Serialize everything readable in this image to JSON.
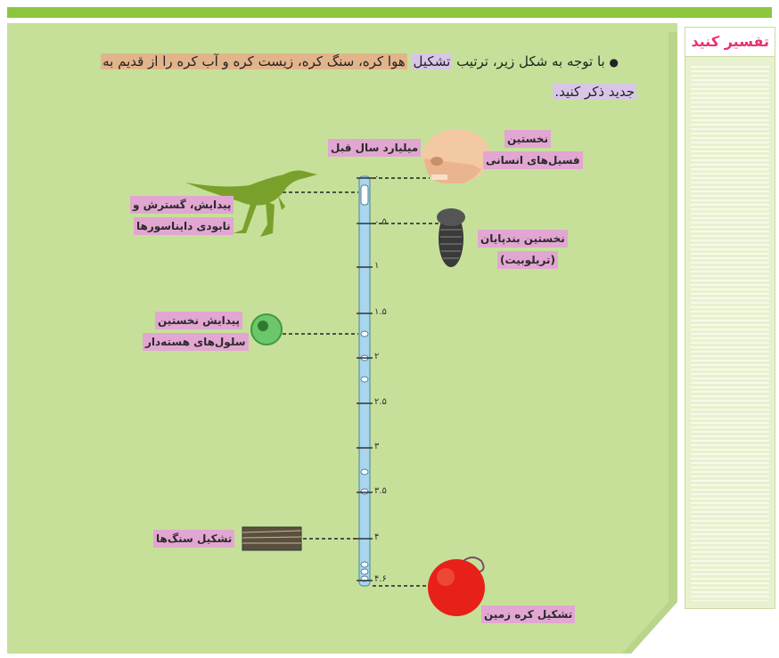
{
  "sidebar": {
    "title": "تفسیر کنید"
  },
  "question": {
    "bullet": "●",
    "line1_a": "با توجه به شکل زیر، ترتیب",
    "line1_b": "تشکیل",
    "line1_c": "هوا کره، سنگ کره، زیست کره و آب کره را از قدیم به",
    "line2": "جدید ذکر کنید."
  },
  "timeline": {
    "axis_title": "میلیارد سال قبل",
    "ticks": [
      "۰",
      "۰.۵",
      "۱",
      "۱.۵",
      "۲",
      "۲.۵",
      "۳",
      "۳.۵",
      "۴",
      "۴.۶"
    ]
  },
  "labels": {
    "human_l1": "نخستین",
    "human_l2": "فسیل‌های انسانی",
    "dino_l1": "پیدایش، گسترش و",
    "dino_l2": "نابودی دایناسورها",
    "trilobite_l1": "نخستین بندپایان",
    "trilobite_l2": "(تریلوبیت)",
    "cell_l1": "پیدایش نخستین",
    "cell_l2": "سلول‌های هسته‌دار",
    "rocks": "تشکیل سنگ‌ها",
    "earth": "تشکیل کره زمین"
  }
}
